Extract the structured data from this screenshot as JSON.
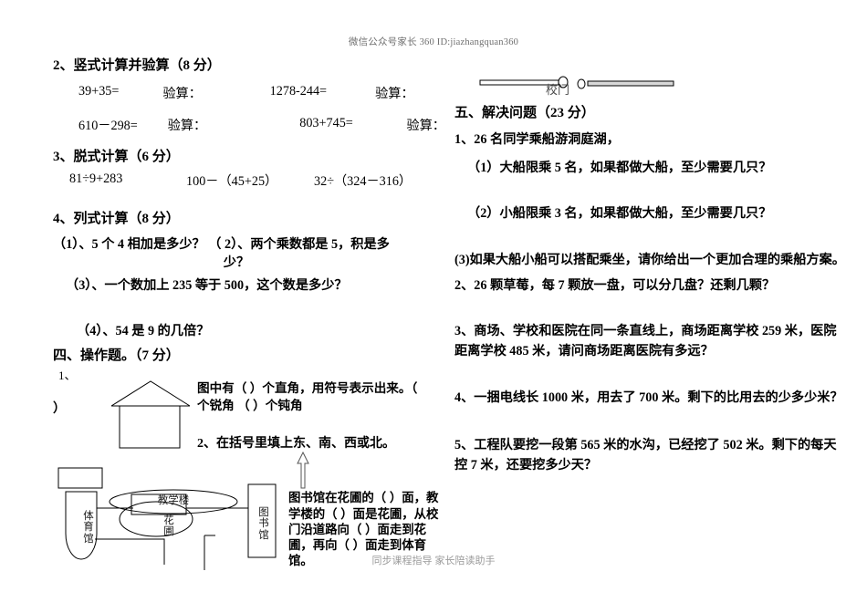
{
  "watermarks": {
    "top": "微信公众号家长 360 ID:jiazhangquan360",
    "bottom": "同步课程指导 家长陪读助手"
  },
  "left_column": {
    "section2": {
      "heading": "2、竖式计算并验算（8 分）",
      "rows": [
        {
          "expr1": "39+35=",
          "check1": "验算：",
          "expr2": "1278-244=",
          "check2": "验算："
        },
        {
          "expr1": "610－298=",
          "check1": "验算：",
          "expr2": "803+745=",
          "check2": "验算："
        }
      ]
    },
    "section3": {
      "heading": "3、脱式计算（6 分）",
      "items": [
        "81÷9+283",
        "100－（45+25）",
        "32÷（324－316）"
      ]
    },
    "section4": {
      "heading": "4、列式计算（8 分）",
      "q1": "（1）、5 个 4 相加是多少？  （ 2）、两个乘数都是 5，积是多",
      "q1_cont": "少？",
      "q3": "（3）、一个数加上 235 等于 500，这个数是多少？",
      "q4": "（4）、54 是 9 的几倍？"
    },
    "section4_op": {
      "heading": "四、操作题。（7 分）",
      "item_number": "1、",
      "stray_paren": "）",
      "angle_text_line1": "图中有（     ）个直角，用符号表示出来。（",
      "angle_text_line2": "个锐角  （     ）个钝角",
      "q2_heading": "2、在括号里填上东、南、西或北。"
    },
    "map": {
      "labels": {
        "teaching_building": "教学楼",
        "flower_garden": "花\n圃",
        "gym": "体\n育\n馆",
        "library": "图\n书\n馆"
      },
      "description": "图书馆在花圃的（     ）面，教学楼的（     ）面是花圃，从校门沿道路向（     ）面走到花圃，再向（     ）面走到体育馆。"
    }
  },
  "right_column": {
    "gate_label": "校门",
    "section5": {
      "heading": "五、解决问题（23 分）",
      "problems": [
        {
          "stem": "1、26 名同学乘船游洞庭湖，",
          "subs": [
            "（1）大船限乘 5 名，如果都做大船，至少需要几只？",
            "（2）小船限乘 3 名，如果都做大船，至少需要几只？",
            "(3)如果大船小船可以搭配乘坐，请你给出一个更加合理的乘船方案。"
          ]
        },
        {
          "stem": "2、26 颗草莓，每 7 颗放一盘，可以分几盘？还剩几颗？",
          "subs": []
        },
        {
          "stem": "3、商场、学校和医院在同一条直线上，商场距离学校 259 米，医院距离学校 485 米，请问商场距离医院有多远？",
          "subs": []
        },
        {
          "stem": "4、一捆电线长 1000 米，用去了 700 米。剩下的比用去的少多少米？",
          "subs": []
        },
        {
          "stem": "5、工程队要挖一段第 565 米的水沟，已经挖了 502 米。剩下的每天控 7 米，还要挖多少天？",
          "subs": []
        }
      ]
    }
  }
}
